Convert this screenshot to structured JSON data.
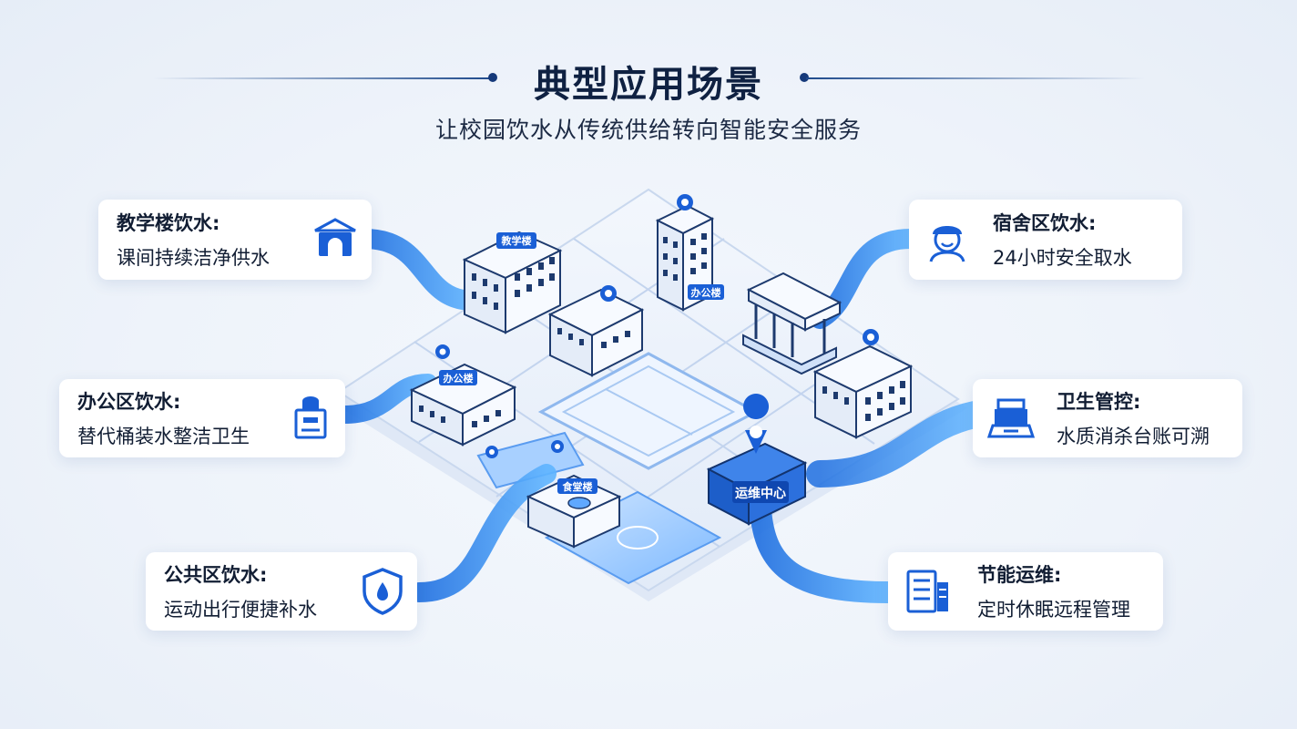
{
  "header": {
    "title": "典型应用场景",
    "subtitle": "让校园饮水从传统供给转向智能安全服务"
  },
  "scenarios": [
    {
      "head": "教学楼饮水:",
      "desc": "课间持续洁净供水",
      "icon": "school-gate-icon"
    },
    {
      "head": "办公区饮水:",
      "desc": "替代桶装水整洁卫生",
      "icon": "water-dispenser-icon"
    },
    {
      "head": "公共区饮水:",
      "desc": "运动出行便捷补水",
      "icon": "shield-drop-icon"
    },
    {
      "head": "宿舍区饮水:",
      "desc": "24小时安全取水",
      "icon": "student-face-icon"
    },
    {
      "head": "卫生管控:",
      "desc": "水质消杀台账可溯",
      "icon": "disinfection-box-icon"
    },
    {
      "head": "节能运维:",
      "desc": "定时休眠远程管理",
      "icon": "report-list-icon"
    }
  ],
  "map_labels": {
    "teaching": "教学楼",
    "office_tower": "办公楼",
    "office": "办公楼",
    "canteen": "食堂楼",
    "ops_center": "运维中心"
  },
  "colors": {
    "accent": "#1a5fd6",
    "water": "#2f8df0",
    "title": "#0f2142"
  }
}
